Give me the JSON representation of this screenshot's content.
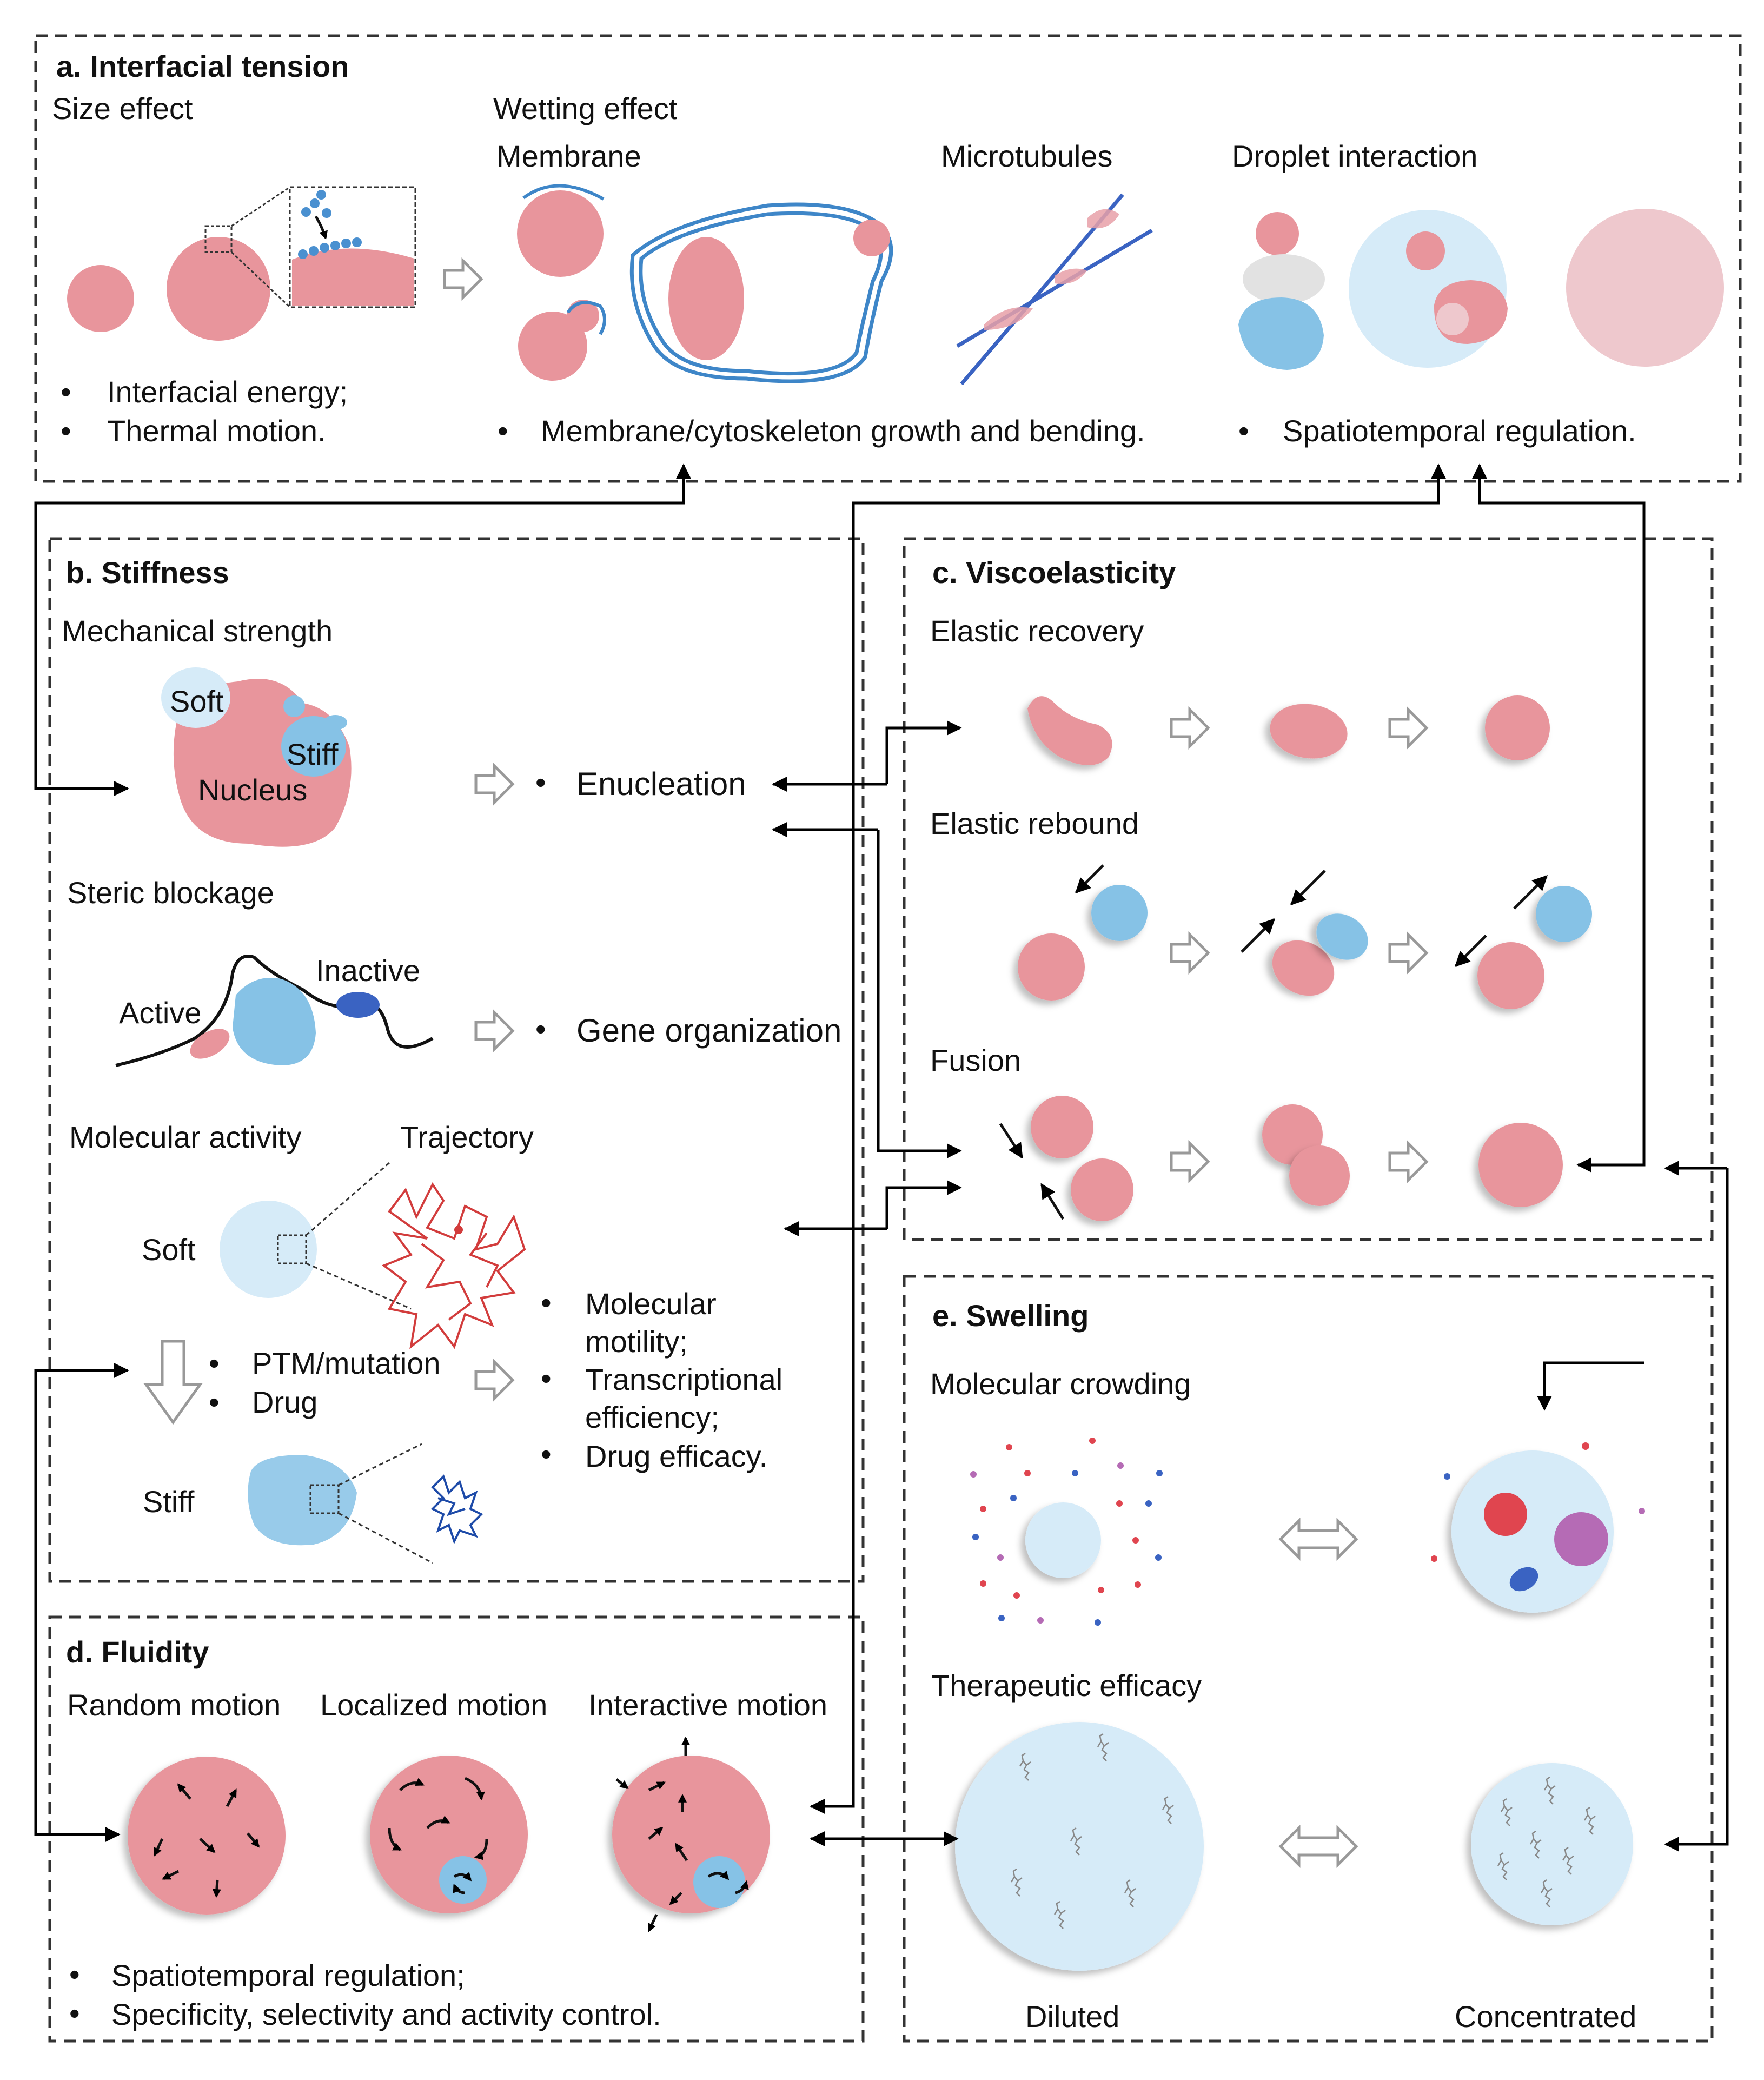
{
  "colors": {
    "pink": "#e8959c",
    "pink_light": "#eec8cd",
    "blue_light": "#d6ebf8",
    "blue_mid": "#a9d3ef",
    "blue": "#86c2e6",
    "blue_dark": "#3a63c2",
    "red_dot": "#e0454f",
    "purple": "#b56bb5",
    "line_blue": "#3e86c8"
  },
  "panel_a": {
    "title": "a. Interfacial tension",
    "size_effect": "Size effect",
    "wetting_effect": "Wetting effect",
    "membrane": "Membrane",
    "microtubules": "Microtubules",
    "droplet_interaction": "Droplet interaction",
    "bullets_left": [
      "Interfacial energy;",
      "Thermal motion."
    ],
    "bullet_mid": "Membrane/cytoskeleton growth and bending.",
    "bullet_right": "Spatiotemporal regulation."
  },
  "panel_b": {
    "title": "b. Stiffness",
    "mech_strength": "Mechanical strength",
    "soft": "Soft",
    "stiff": "Stiff",
    "nucleus": "Nucleus",
    "enucleation": "Enucleation",
    "steric_blockage": "Steric blockage",
    "inactive": "Inactive",
    "active": "Active",
    "gene_org": "Gene organization",
    "molecular_activity": "Molecular activity",
    "trajectory": "Trajectory",
    "soft2": "Soft",
    "stiff2": "Stiff",
    "ptm": "PTM/mutation",
    "drug": "Drug",
    "outcomes": [
      "Molecular",
      "motility;",
      "Transcriptional",
      "efficiency;",
      "Drug efficacy."
    ]
  },
  "panel_c": {
    "title": "c. Viscoelasticity",
    "elastic_recovery": "Elastic recovery",
    "elastic_rebound": "Elastic rebound",
    "fusion": "Fusion"
  },
  "panel_d": {
    "title": "d. Fluidity",
    "random": "Random motion",
    "localized": "Localized motion",
    "interactive": "Interactive motion",
    "bullets": [
      "Spatiotemporal regulation;",
      "Specificity, selectivity and activity control."
    ]
  },
  "panel_e": {
    "title": "e. Swelling",
    "crowding": "Molecular crowding",
    "therapeutic": "Therapeutic efficacy",
    "diluted": "Diluted",
    "concentrated": "Concentrated"
  }
}
